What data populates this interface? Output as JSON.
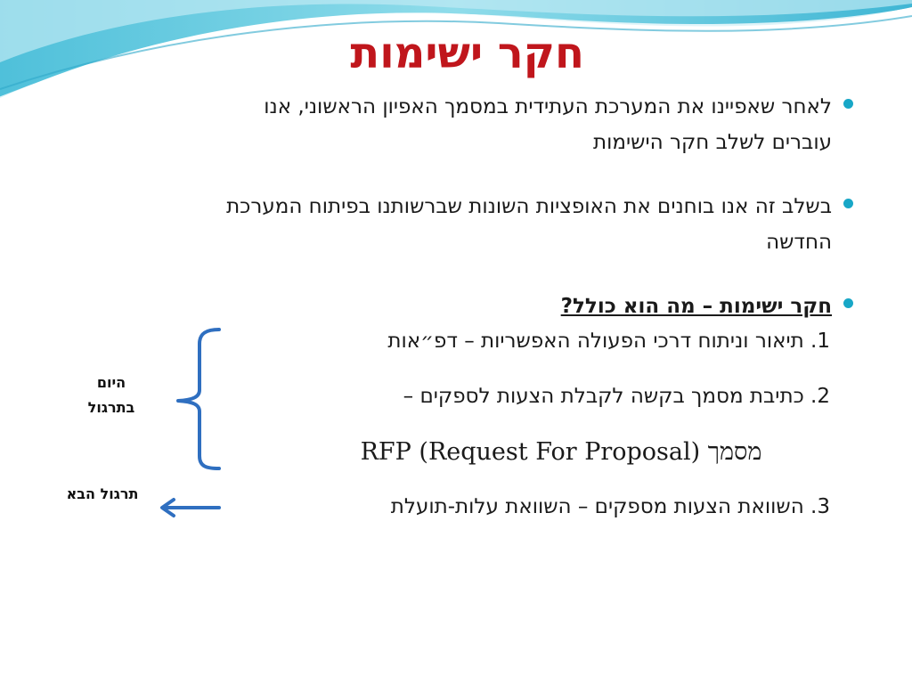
{
  "title": "חקר ישימות",
  "bullets": [
    {
      "line1": "לאחר שאפיינו את המערכת העתידית במסמך האפיון הראשוני, אנו",
      "line2": "עוברים לשלב חקר הישימות"
    },
    {
      "line1": "בשלב זה אנו בוחנים את האופציות השונות שברשותנו בפיתוח המערכת",
      "line2": "החדשה"
    },
    {
      "heading": "חקר ישימות – מה הוא כולל?"
    }
  ],
  "numbered_items": [
    "1. תיאור וניתוח דרכי הפעולה האפשריות – דפ״אות",
    "2. כתיבת מסמך בקשה לקבלת הצעות לספקים –",
    "3. השוואת הצעות מספקים – השוואת עלות-תועלת"
  ],
  "rfp_line": "מסמך RFP (Request For Proposal)",
  "side_notes": {
    "today_line1": "היום",
    "today_line2": "בתרגול",
    "next": "תרגול הבא"
  },
  "colors": {
    "title": "#c0161c",
    "bullet": "#18a7c7",
    "bracket": "#2f6fc0",
    "wave": "#5fc9de"
  }
}
